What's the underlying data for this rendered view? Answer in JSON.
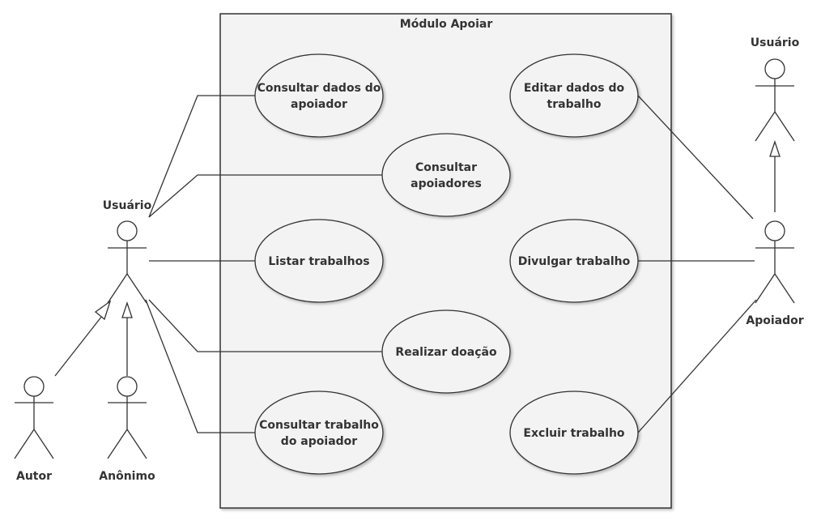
{
  "colors": {
    "line": "#333333",
    "ellipse_fill": "#f3f3f3",
    "boundary_fill": "#f3f3f3",
    "text": "#333333"
  },
  "diagram": {
    "boundary_title": "Módulo Apoiar",
    "use_cases": {
      "consultar_dados": [
        "Consultar dados do",
        "apoiador"
      ],
      "consultar_apoiadores": [
        "Consultar",
        "apoiadores"
      ],
      "listar_trabalhos": [
        "Listar trabalhos"
      ],
      "realizar_doacao": [
        "Realizar doação"
      ],
      "consultar_trabalho": [
        "Consultar trabalho",
        "do apoiador"
      ],
      "editar_dados": [
        "Editar dados do",
        "trabalho"
      ],
      "divulgar_trabalho": [
        "Divulgar trabalho"
      ],
      "excluir_trabalho": [
        "Excluir trabalho"
      ]
    },
    "actors": {
      "usuario_left": "Usuário",
      "autor": "Autor",
      "anonimo": "Anônimo",
      "usuario_right": "Usuário",
      "apoiador": "Apoiador"
    },
    "associations": [
      [
        "usuario_left",
        "consultar_dados"
      ],
      [
        "usuario_left",
        "consultar_apoiadores"
      ],
      [
        "usuario_left",
        "listar_trabalhos"
      ],
      [
        "usuario_left",
        "realizar_doacao"
      ],
      [
        "usuario_left",
        "consultar_trabalho"
      ],
      [
        "apoiador",
        "editar_dados"
      ],
      [
        "apoiador",
        "divulgar_trabalho"
      ],
      [
        "apoiador",
        "excluir_trabalho"
      ]
    ],
    "generalizations": [
      [
        "autor",
        "usuario_left"
      ],
      [
        "anonimo",
        "usuario_left"
      ],
      [
        "apoiador",
        "usuario_right"
      ]
    ]
  }
}
